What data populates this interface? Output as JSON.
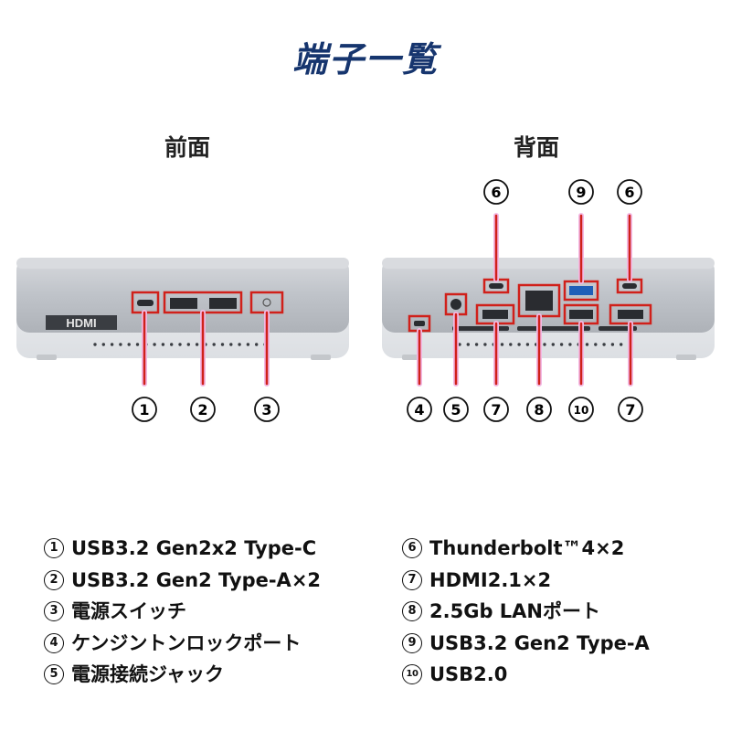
{
  "title": "端子一覧",
  "front_label": "前面",
  "back_label": "背面",
  "front_hdmi_logo": "HDMI",
  "callouts": {
    "c1": "1",
    "c2": "2",
    "c3": "3",
    "c4": "4",
    "c5": "5",
    "c6a": "6",
    "c6b": "6",
    "c7a": "7",
    "c7b": "7",
    "c8": "8",
    "c9": "9",
    "c10": "10"
  },
  "legend_left": [
    {
      "num": "1",
      "text": "USB3.2 Gen2x2 Type-C"
    },
    {
      "num": "2",
      "text": "USB3.2 Gen2 Type-A×2"
    },
    {
      "num": "3",
      "text": "電源スイッチ"
    },
    {
      "num": "4",
      "text": "ケンジントンロックポート"
    },
    {
      "num": "5",
      "text": "電源接続ジャック"
    }
  ],
  "legend_right": [
    {
      "num": "6",
      "text": "Thunderbolt™4×2"
    },
    {
      "num": "7",
      "text": "HDMI2.1×2"
    },
    {
      "num": "8",
      "text": "2.5Gb LANポート"
    },
    {
      "num": "9",
      "text": "USB3.2 Gen2 Type-A"
    },
    {
      "num": "10",
      "text": "USB2.0"
    }
  ],
  "colors": {
    "title": "#16356e",
    "highlight": "#d0201a",
    "leader_glow": "#f3b8e3",
    "chassis_top": "#c9ccd1",
    "chassis_body": "#b7bbc1",
    "chassis_bottom": "#e9ebee"
  }
}
